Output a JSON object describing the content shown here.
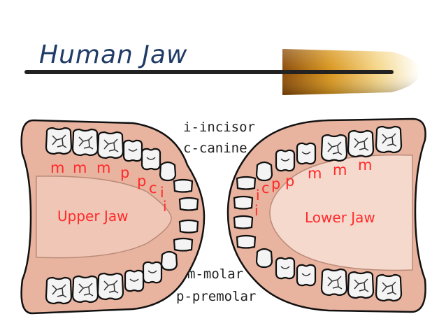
{
  "title": "Human Jaw",
  "colors": {
    "title": "#1f3b66",
    "gum": "#e8b39f",
    "gum_outline": "#111111",
    "tooth": "#f4f4f4",
    "label_red": "#ff2a2a",
    "rule_dark": "#222222",
    "rule_gold": "#c8860a"
  },
  "legend": {
    "incisor": "i-incisor",
    "canine": "c-canine",
    "molar": "m-molar",
    "premolar": "p-premolar"
  },
  "upper_jaw": {
    "name": "Upper Jaw",
    "labels": [
      "m",
      "m",
      "m",
      "p",
      "p",
      "c",
      "i",
      "i"
    ]
  },
  "lower_jaw": {
    "name": "Lower Jaw",
    "labels": [
      "i",
      "i",
      "c",
      "p",
      "p",
      "m",
      "m",
      "m"
    ]
  }
}
